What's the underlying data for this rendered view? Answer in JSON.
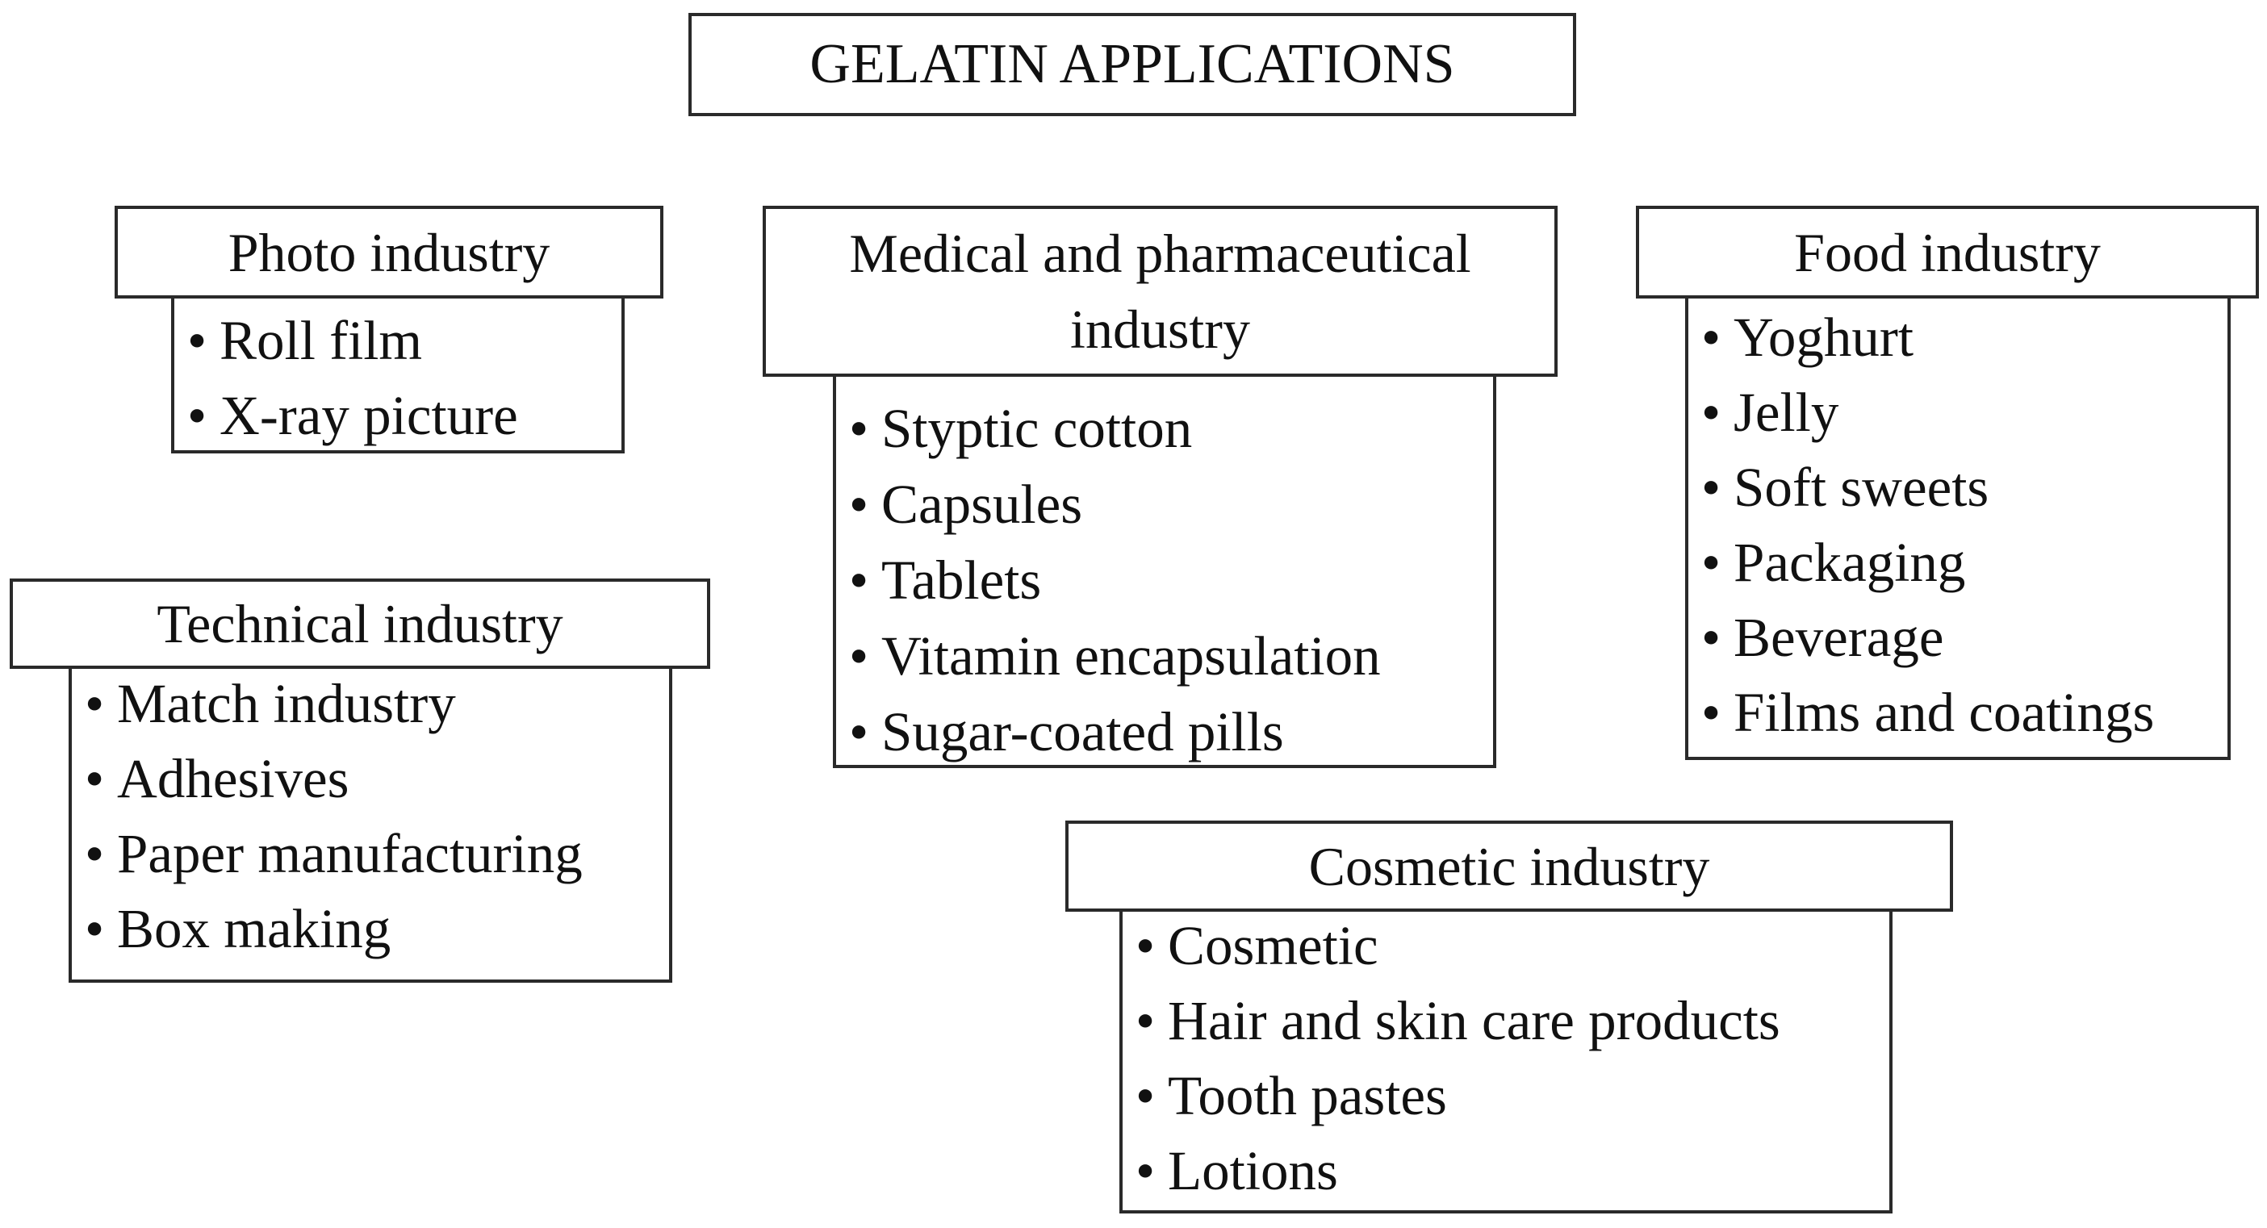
{
  "title": "GELATIN APPLICATIONS",
  "categories": [
    {
      "heading": "Photo industry",
      "items": [
        "Roll film",
        "X-ray picture"
      ]
    },
    {
      "heading": "Medical and pharmaceutical industry",
      "items": [
        "Styptic cotton",
        "Capsules",
        "Tablets",
        "Vitamin encapsulation",
        "Sugar-coated pills"
      ]
    },
    {
      "heading": "Food industry",
      "items": [
        "Yoghurt",
        "Jelly",
        "Soft sweets",
        "Packaging",
        "Beverage",
        "Films and coatings"
      ]
    },
    {
      "heading": "Technical industry",
      "items": [
        "Match industry",
        "Adhesives",
        "Paper manufacturing",
        "Box making"
      ]
    },
    {
      "heading": "Cosmetic industry",
      "items": [
        "Cosmetic",
        "Hair and skin care products",
        "Tooth pastes",
        "Lotions"
      ]
    }
  ]
}
